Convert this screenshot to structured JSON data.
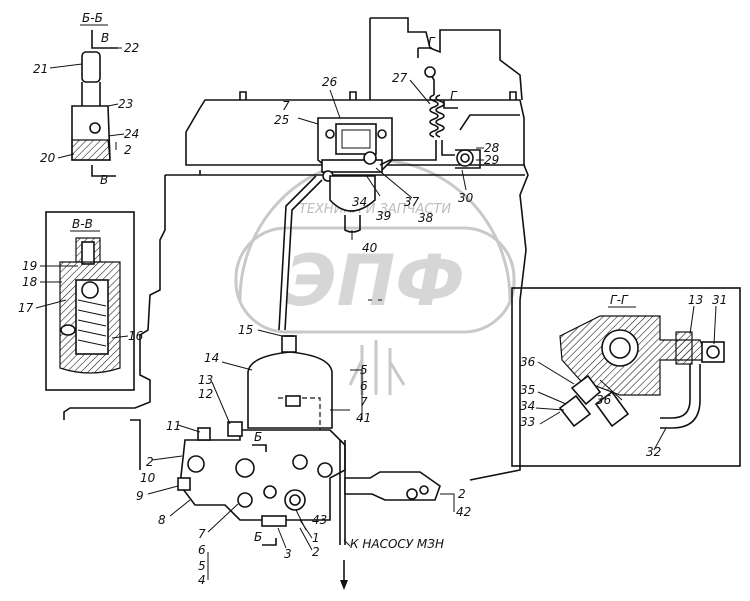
{
  "watermark": {
    "logo_text": "ЭПФ",
    "arc_text": "ТЕХНИКА И ЗАПЧАСТИ"
  },
  "sections": {
    "bb": {
      "title": "Б-Б",
      "arrow": "В"
    },
    "vv": {
      "title": "В-В"
    },
    "gg": {
      "title": "Г-Г"
    },
    "main": {
      "cut_g": "Г",
      "cut_b": "Б"
    }
  },
  "pump_note": "К НАСОСУ МЗН",
  "callouts": {
    "c1": "1",
    "c2a": "2",
    "c2b": "2",
    "c2c": "2",
    "c2d": "2",
    "c3": "3",
    "c4": "4",
    "c5a": "5",
    "c5b": "5",
    "c6a": "6",
    "c6b": "6",
    "c7a": "7",
    "c7b": "7",
    "c7c": "7",
    "c8": "8",
    "c9": "9",
    "c10": "10",
    "c11": "11",
    "c12": "12",
    "c13a": "13",
    "c13b": "13",
    "c14": "14",
    "c15": "15",
    "c16": "16",
    "c17": "17",
    "c18": "18",
    "c19": "19",
    "c20": "20",
    "c21": "21",
    "c22": "22",
    "c23": "23",
    "c24": "24",
    "c25": "25",
    "c26": "26",
    "c27": "27",
    "c28": "28",
    "c29": "29",
    "c30": "30",
    "c31": "31",
    "c32": "32",
    "c33": "33",
    "c34a": "34",
    "c34b": "34",
    "c35": "35",
    "c36a": "36",
    "c36b": "36",
    "c37": "37",
    "c38": "38",
    "c39": "39",
    "c40": "40",
    "c41": "41",
    "c42": "42",
    "c43": "43"
  }
}
